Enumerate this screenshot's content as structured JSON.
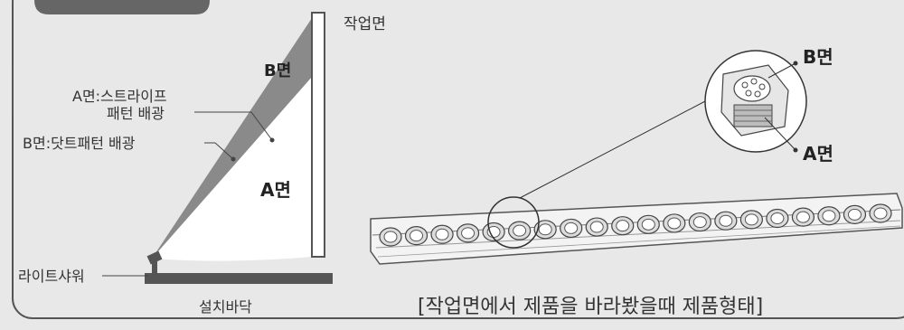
{
  "left_diagram": {
    "work_surface_label": "작업면",
    "b_surface_label": "B면",
    "a_surface_label": "A면",
    "a_desc_line1": "A면:스트라이프",
    "a_desc_line2": "패턴 배광",
    "b_desc": "B면:닷트패턴 배광",
    "light_label": "라이트샤워",
    "floor_label": "설치바닥"
  },
  "right_diagram": {
    "b_callout": "B면",
    "a_callout": "A면",
    "caption": "[작업면에서 제품을 바라봤을때 제품형태]"
  },
  "colors": {
    "background": "#e8e8e8",
    "frame": "#555555",
    "dark_gray": "#6b6b6b",
    "mid_gray": "#8a8a8a",
    "white": "#ffffff"
  }
}
